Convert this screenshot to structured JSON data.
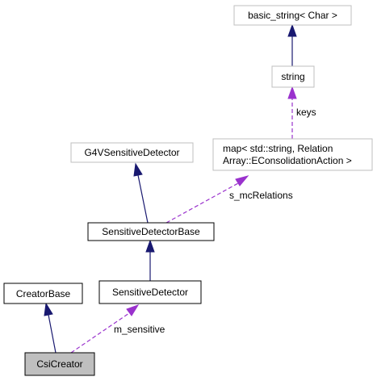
{
  "diagram": {
    "nodes": {
      "basic_string": {
        "label": "basic_string< Char >",
        "style": "external"
      },
      "string": {
        "label": "string",
        "style": "external"
      },
      "map": {
        "label_line1": "map< std::string, Relation",
        "label_line2": "Array::EConsolidationAction >",
        "style": "external"
      },
      "g4vsd": {
        "label": "G4VSensitiveDetector",
        "style": "external"
      },
      "sdbase": {
        "label": "SensitiveDetectorBase",
        "style": "documented"
      },
      "creatorbase": {
        "label": "CreatorBase",
        "style": "documented"
      },
      "sd": {
        "label": "SensitiveDetector",
        "style": "documented"
      },
      "csicreator": {
        "label": "CsiCreator",
        "style": "current"
      }
    },
    "edges": {
      "keys": {
        "label": "keys",
        "kind": "usage",
        "from": "string",
        "to": "map"
      },
      "s_mcRelations": {
        "label": "s_mcRelations",
        "kind": "usage",
        "from": "map",
        "to": "sdbase"
      },
      "m_sensitive": {
        "label": "m_sensitive",
        "kind": "usage",
        "from": "sd",
        "to": "csicreator"
      },
      "inherit_string": {
        "kind": "inheritance",
        "from": "basic_string",
        "to": "string"
      },
      "inherit_sdbase": {
        "kind": "inheritance",
        "from": "g4vsd",
        "to": "sdbase"
      },
      "inherit_sd": {
        "kind": "inheritance",
        "from": "sdbase",
        "to": "sd"
      },
      "inherit_csi": {
        "kind": "inheritance",
        "from": "creatorbase",
        "to": "csicreator"
      }
    },
    "colors": {
      "external_border": "#bfbfbf",
      "documented_border": "#000000",
      "current_fill": "#bfbfbf",
      "inheritance_edge": "#191970",
      "usage_edge": "#9a32cd"
    }
  }
}
